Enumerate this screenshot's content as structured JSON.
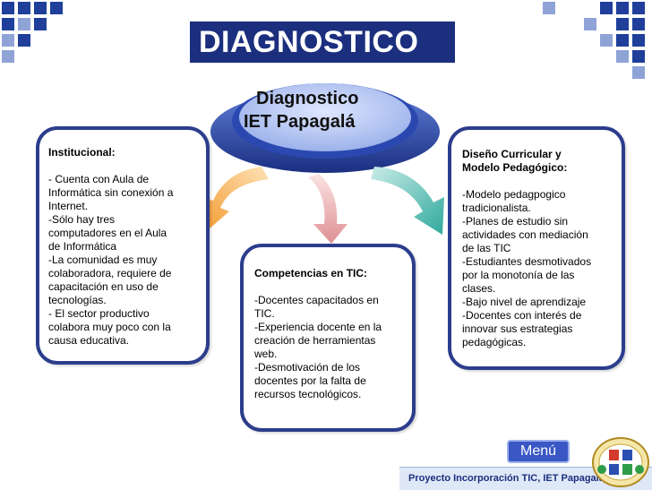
{
  "title": "DIAGNOSTICO",
  "center": {
    "line1": "Diagnostico",
    "line2": "IET Papagalá"
  },
  "institucional": {
    "heading": "Institucional:",
    "lines": [
      "- Cuenta con Aula de",
      "Informática sin conexión a",
      "Internet.",
      "-Sólo hay tres",
      "computadores en el Aula",
      "de Informática",
      "-La comunidad es muy",
      "colaboradora, requiere de",
      "capacitación en uso de",
      "tecnologías.",
      "- El sector productivo",
      "colabora muy poco con la",
      "causa educativa."
    ]
  },
  "competencias": {
    "heading": "Competencias en TIC:",
    "lines": [
      "-Docentes capacitados en",
      "TIC.",
      "-Experiencia docente en la",
      "creación de herramientas",
      "web.",
      "-Desmotivación de los",
      "docentes por la falta de",
      "recursos tecnológicos."
    ]
  },
  "diseno": {
    "heading1": "Diseño Curricular y",
    "heading2": "Modelo Pedagógico:",
    "lines": [
      "-Modelo pedagpogico",
      "tradicionalista.",
      "-Planes de estudio sin",
      "actividades con mediación",
      "de las TIC",
      "-Estudiantes desmotivados",
      "por la monotonía de las",
      "clases.",
      "-Bajo nivel de aprendizaje",
      "-Docentes con interés de",
      "innovar sus estrategias",
      "pedagógicas."
    ]
  },
  "menu_label": "Menú",
  "footer_text": "Proyecto Incorporación TIC, IET Papagalá",
  "colors": {
    "navy": "#1b2f7e",
    "box_border": "#2b3d8c",
    "arrow_orange": "#f4a23a",
    "arrow_pink": "#e8a3a6",
    "arrow_teal": "#3fb3a8"
  }
}
